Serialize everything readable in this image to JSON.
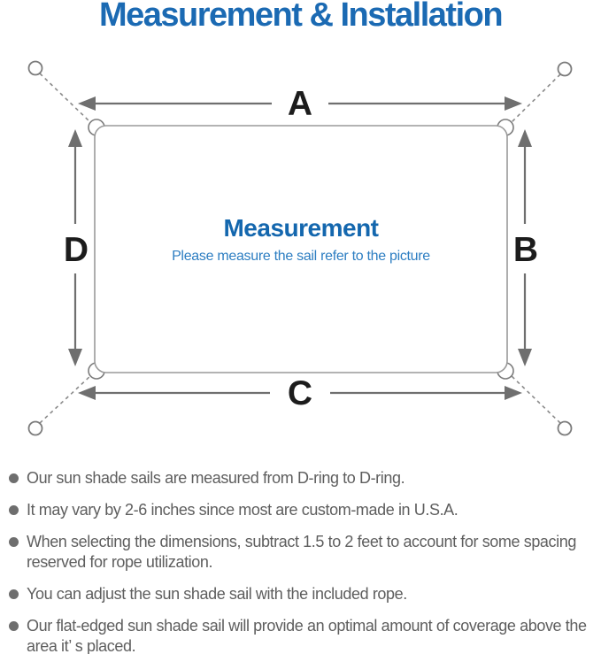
{
  "title": "Measurement & Installation",
  "diagram": {
    "labels": {
      "top": "A",
      "right": "B",
      "bottom": "C",
      "left": "D"
    },
    "center_heading": "Measurement",
    "center_subtitle": "Please measure the sail refer to the picture"
  },
  "notes": [
    "Our sun shade sails are measured from D-ring to D-ring.",
    "It may vary by 2-6 inches since most are custom-made in U.S.A.",
    "When selecting the dimensions, subtract 1.5 to 2 feet to account for some spacing reserved for rope utilization.",
    "You can adjust the sun shade sail with the included rope.",
    "Our flat-edged sun shade sail will provide an optimal amount of coverage above the area it’ s placed."
  ],
  "colors": {
    "title_blue": "#1b6ab3",
    "heading_blue": "#1467ae",
    "subtitle_blue": "#2d7ec2",
    "line_gray": "#8a8a8a",
    "rect_gray": "#9a9a9a",
    "arrow_gray": "#6f6f6f",
    "body_text_gray": "#5e5e5e",
    "dimension_label_black": "#1c1c1c"
  }
}
